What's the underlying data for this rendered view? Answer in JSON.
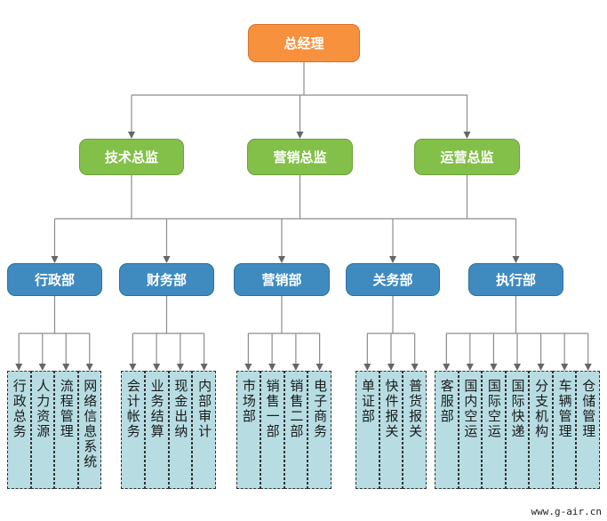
{
  "ceo": {
    "label": "总经理"
  },
  "directors": [
    {
      "label": "技术总监"
    },
    {
      "label": "营销总监"
    },
    {
      "label": "运营总监"
    }
  ],
  "departments": [
    {
      "label": "行政部",
      "units": [
        "行政总务",
        "人力资源",
        "流程管理",
        "网络信息系统"
      ]
    },
    {
      "label": "财务部",
      "units": [
        "会计帐务",
        "业务结算",
        "现金出纳",
        "内部审计"
      ]
    },
    {
      "label": "营销部",
      "units": [
        "市场部",
        "销售一部",
        "销售二部",
        "电子商务"
      ]
    },
    {
      "label": "关务部",
      "units": [
        "单证部",
        "快件报关",
        "普货报关"
      ]
    },
    {
      "label": "执行部",
      "units": [
        "客服部",
        "国内空运",
        "国际空运",
        "国际快递",
        "分支机构",
        "车辆管理",
        "仓储管理"
      ]
    }
  ],
  "watermark": "www.g-air.cn",
  "colors": {
    "ceo": "#f7913d",
    "director": "#83c04a",
    "department": "#3f8bc0",
    "unit": "#b7dde3",
    "line": "#8c8c8c"
  }
}
